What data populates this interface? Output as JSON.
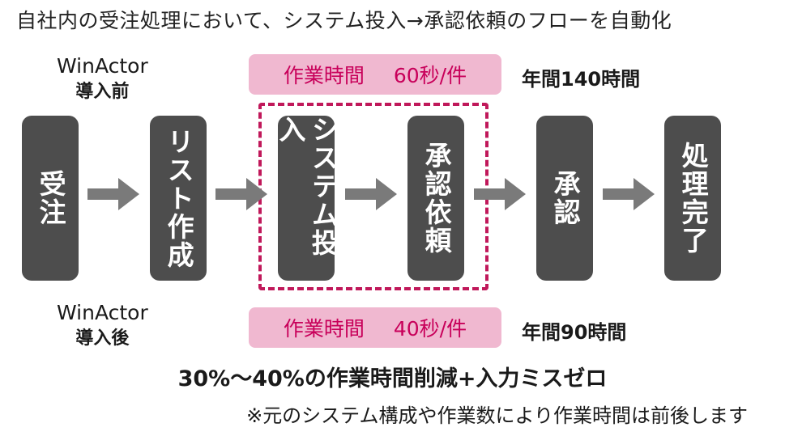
{
  "title": "自社内の受注処理において、システム投入→承認依頼のフローを自動化",
  "before": {
    "product": "WinActor",
    "label": "導入前",
    "work_time_label": "作業時間",
    "work_time_value": "60秒/件",
    "annual": "年間140時間"
  },
  "after": {
    "product": "WinActor",
    "label": "導入後",
    "work_time_label": "作業時間",
    "work_time_value": "40秒/件",
    "annual": "年間90時間"
  },
  "steps": [
    {
      "label": "受注"
    },
    {
      "label": "リスト作成"
    },
    {
      "label": "システム投入"
    },
    {
      "label": "承認依頼"
    },
    {
      "label": "承認"
    },
    {
      "label": "処理完了"
    }
  ],
  "summary": "30%～40%の作業時間削減+入力ミスゼロ",
  "note": "※元のシステム構成や作業数により作業時間は前後します",
  "colors": {
    "step_fill": "#4d4d4d",
    "highlight_fill": "#f0b8d0",
    "highlight_text": "#c8005a",
    "dashed_border": "#c0185a",
    "arrow": "#7a7a7a"
  }
}
